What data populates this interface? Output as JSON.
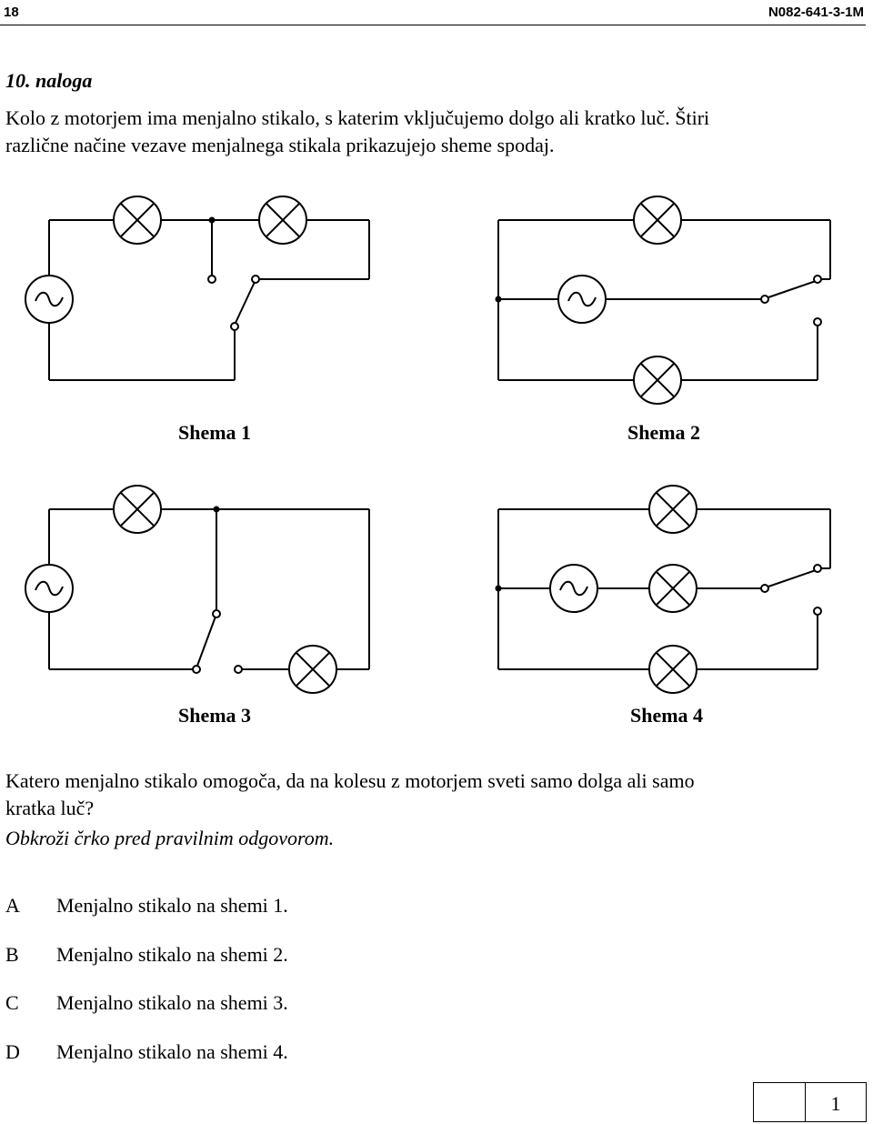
{
  "header": {
    "page_number": "18",
    "doc_code": "N082-641-3-1M"
  },
  "task": {
    "title": "10. naloga",
    "intro_line1": "Kolo z motorjem ima menjalno stikalo, s katerim vključujemo dolgo ali kratko luč. Štiri",
    "intro_line2": "različne načine vezave menjalnega stikala prikazujejo sheme spodaj.",
    "question_line1": "Katero menjalno stikalo omogoča, da na kolesu z motorjem sveti samo dolga ali samo",
    "question_line2": "kratka luč?",
    "instruction": "Obkroži črko pred pravilnim odgovorom."
  },
  "schemes": [
    {
      "label": "Shema 1"
    },
    {
      "label": "Shema 2"
    },
    {
      "label": "Shema 3"
    },
    {
      "label": "Shema 4"
    }
  ],
  "options": [
    {
      "letter": "A",
      "text": "Menjalno stikalo na shemi 1."
    },
    {
      "letter": "B",
      "text": "Menjalno stikalo na shemi 2."
    },
    {
      "letter": "C",
      "text": "Menjalno stikalo na shemi 3."
    },
    {
      "letter": "D",
      "text": "Menjalno stikalo na shemi 4."
    }
  ],
  "score": {
    "points": "1"
  }
}
